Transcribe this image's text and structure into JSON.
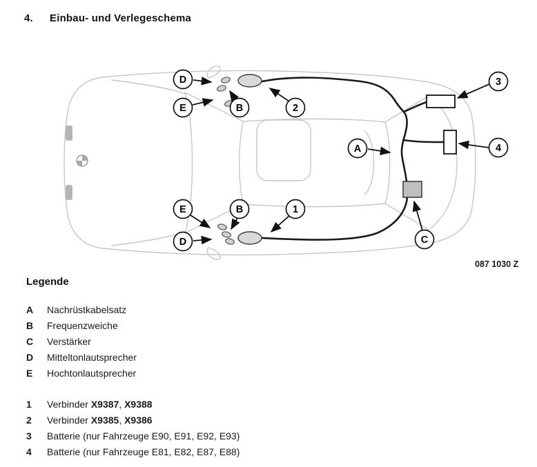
{
  "header": {
    "number": "4.",
    "title": "Einbau- und Verlegeschema"
  },
  "diagram": {
    "figure_number": "087 1030 Z",
    "colors": {
      "cable": "#1a1a1a",
      "car_outline": "#c6c6c6",
      "amplifier_fill": "#bfbfbf",
      "grommet_fill": "#d9d9d9"
    },
    "callouts": [
      {
        "label": "D"
      },
      {
        "label": "E"
      },
      {
        "label": "B"
      },
      {
        "label": "2"
      },
      {
        "label": "A"
      },
      {
        "label": "3"
      },
      {
        "label": "4"
      },
      {
        "label": "E"
      },
      {
        "label": "B"
      },
      {
        "label": "1"
      },
      {
        "label": "D"
      },
      {
        "label": "C"
      }
    ]
  },
  "legend": {
    "title": "Legende",
    "letter_items": [
      {
        "key": "A",
        "label": "Nachrüstkabelsatz"
      },
      {
        "key": "B",
        "label": "Frequenzweiche"
      },
      {
        "key": "C",
        "label": "Verstärker"
      },
      {
        "key": "D",
        "label": "Mitteltonlautsprecher"
      },
      {
        "key": "E",
        "label": "Hochtonlautsprecher"
      }
    ],
    "number_items": [
      {
        "key": "1",
        "prefix": "Verbinder ",
        "bold_a": "X9387",
        "separator": ", ",
        "bold_b": "X9388"
      },
      {
        "key": "2",
        "prefix": "Verbinder ",
        "bold_a": "X9385",
        "separator": ", ",
        "bold_b": "X9386"
      },
      {
        "key": "3",
        "label": "Batterie (nur Fahrzeuge E90, E91, E92, E93)"
      },
      {
        "key": "4",
        "label": "Batterie (nur Fahrzeuge E81, E82, E87, E88)"
      }
    ]
  }
}
